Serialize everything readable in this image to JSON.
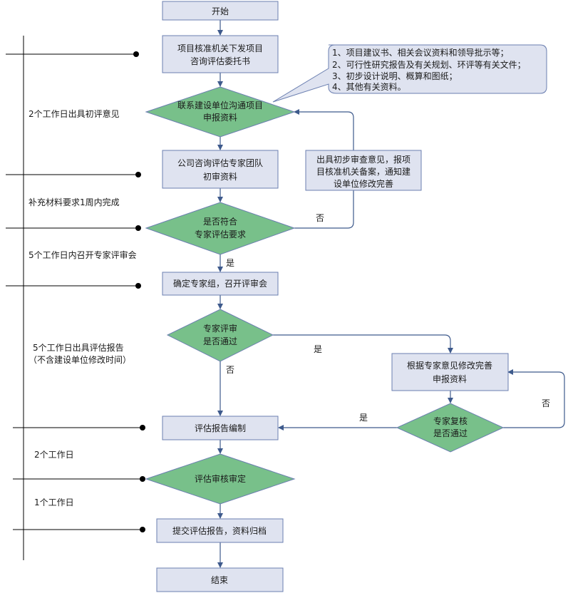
{
  "nodes": {
    "start": "开始",
    "commission": [
      "项目核准机关下发项目",
      "咨询评估委托书"
    ],
    "contact": [
      "联系建设单位沟通项目",
      "申报资料"
    ],
    "initial_review": [
      "公司咨询评估专家团队",
      "初审资料"
    ],
    "meets_req": [
      "是否符合",
      "专家评估要求"
    ],
    "set_panel": "确定专家组，召开评审会",
    "expert_review": [
      "专家评审",
      "是否通过"
    ],
    "revise": [
      "根据专家意见修改完善",
      "申报资料"
    ],
    "recheck": [
      "专家复核",
      "是否通过"
    ],
    "report_compile": "评估报告编制",
    "report_audit": "评估审核审定",
    "submit": "提交评估报告，资料归档",
    "end": "结束",
    "feedback": [
      "出具初步审查意见，报项",
      "目核准机关备案，通知建",
      "设单位修改完善"
    ]
  },
  "note_items": [
    "1、项目建议书、相关会议资料和领导批示等；",
    "2、可行性研究报告及有关规划、环评等有关文件；",
    "3、初步设计说明、概算和图纸；",
    "4、其他有关资料。"
  ],
  "edge_labels": {
    "no1": "否",
    "yes1": "是",
    "yes2": "是",
    "no2": "否",
    "yes3": "是",
    "no3": "否"
  },
  "timeline": {
    "t1": "2个工作日出具初评意见",
    "t2": "补充材料要求1周内完成",
    "t3": "5个工作日内召开专家评审会",
    "t4a": "5个工作日出具评估报告",
    "t4b": "（不含建设单位修改时间）",
    "t5": "2个工作日",
    "t6": "1个工作日"
  }
}
